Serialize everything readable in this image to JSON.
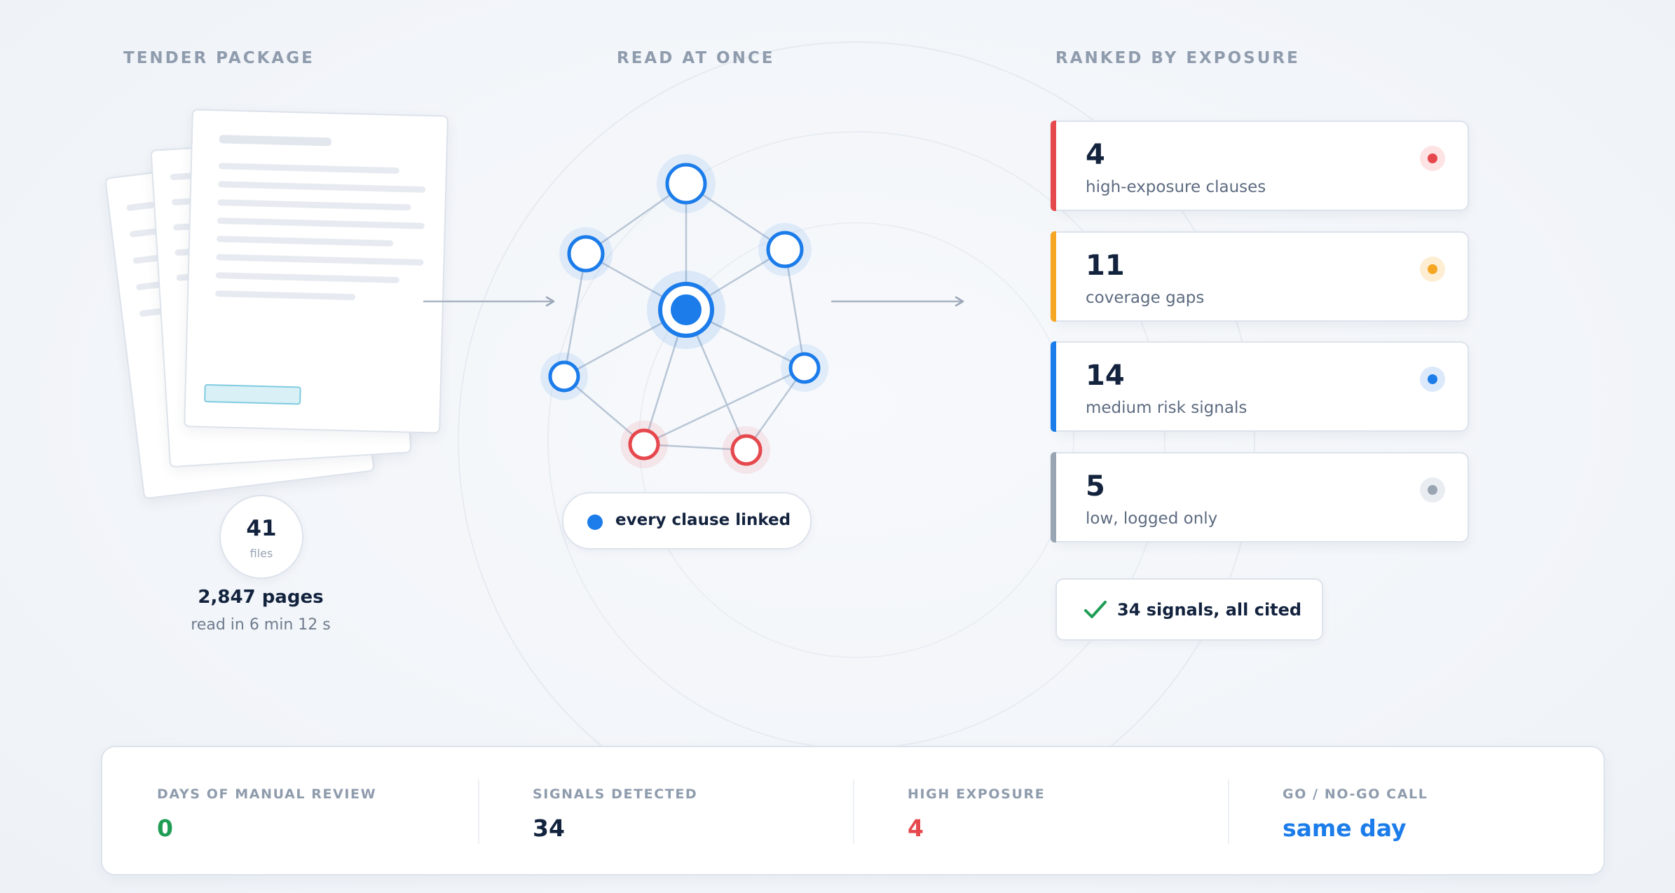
{
  "sections": {
    "left_title": "TENDER PACKAGE",
    "middle_title": "READ AT ONCE",
    "right_title": "RANKED BY EXPOSURE"
  },
  "package": {
    "files_count": "41",
    "files_label": "files",
    "pages": "2,847 pages",
    "read_time": "read in 6 min 12 s"
  },
  "graph": {
    "pill_label": "every clause linked",
    "node_color": "#1b7cea",
    "risk_node_color": "#e5484d"
  },
  "ranked": [
    {
      "count": "4",
      "label": "high-exposure clauses",
      "color": "#e5484d",
      "halo": "#fde3e4"
    },
    {
      "count": "11",
      "label": "coverage gaps",
      "color": "#f5a623",
      "halo": "#fdeed3"
    },
    {
      "count": "14",
      "label": "medium risk signals",
      "color": "#1b7cea",
      "halo": "#dce9fb"
    },
    {
      "count": "5",
      "label": "low, logged only",
      "color": "#9aa5b4",
      "halo": "#e9edf2"
    }
  ],
  "cited": {
    "label": "34 signals, all cited",
    "check_color": "#1f9d55"
  },
  "stats": [
    {
      "label": "DAYS OF MANUAL REVIEW",
      "value": "0",
      "color": "#1f9d55"
    },
    {
      "label": "SIGNALS DETECTED",
      "value": "34",
      "color": "#13233e"
    },
    {
      "label": "HIGH EXPOSURE",
      "value": "4",
      "color": "#e5484d"
    },
    {
      "label": "GO / NO-GO CALL",
      "value": "same day",
      "color": "#1b7cea"
    }
  ]
}
